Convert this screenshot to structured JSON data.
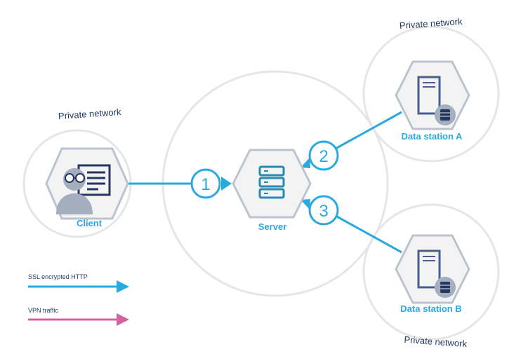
{
  "colors": {
    "network_ring": "#e6e6e6",
    "hexagon_fill": "#f3f3f3",
    "hexagon_stroke": "#bcc3ce",
    "accent_blue": "#2aa9e0",
    "dark_navy": "#25375f",
    "icon_slate": "#4a5f8c",
    "avatar_gray": "#a3aebf",
    "vpn_pink": "#d0669b"
  },
  "networks": {
    "client": "Private network",
    "station_a": "Private network",
    "station_b": "Private network"
  },
  "nodes": {
    "client": "Client",
    "server": "Server",
    "station_a": "Data station A",
    "station_b": "Data station B"
  },
  "steps": [
    "1",
    "2",
    "3"
  ],
  "legend": {
    "ssl": "SSL encrypted HTTP",
    "vpn": "VPN traffic"
  }
}
